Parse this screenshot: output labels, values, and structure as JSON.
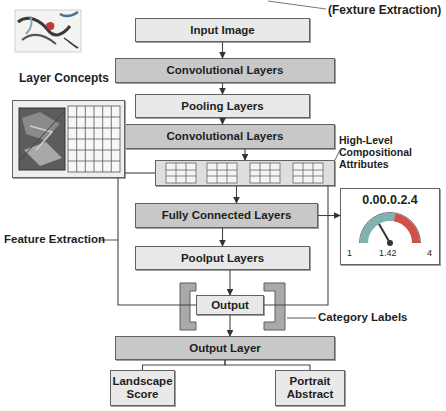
{
  "diagram": {
    "nodes": [
      {
        "text": [
          "Input Image"
        ]
      },
      {
        "text": [
          "Convolutional Layers"
        ]
      },
      {
        "text": [
          "Pooling Layers"
        ]
      },
      {
        "text": [
          "Convolutional Layers"
        ]
      },
      {
        "text": [
          "Layer Concepts"
        ]
      },
      {
        "text": [
          "High-Level Compositional Attributes"
        ]
      },
      {
        "text": [
          "Fully Connected Layers"
        ]
      },
      {
        "text": [
          "0.00.0.2.4",
          "1",
          "1.42",
          "4"
        ]
      },
      {
        "text": [
          "Poolput Layers"
        ]
      },
      {
        "text": [
          "Output"
        ]
      },
      {
        "text": [
          "Output Layer"
        ]
      },
      {
        "text": [
          "Landscape Score"
        ]
      },
      {
        "text": [
          "Portrait Abstract"
        ]
      }
    ],
    "edges": [
      {
        "from": 0,
        "to": 1,
        "arrow": "to"
      },
      {
        "from": 1,
        "to": 2,
        "arrow": "to"
      },
      {
        "from": 2,
        "to": 3,
        "arrow": "to"
      },
      {
        "from": 3,
        "to": 5,
        "arrow": "to"
      },
      {
        "from": 4,
        "to": 5,
        "arrow": "none"
      },
      {
        "from": 5,
        "to": 6,
        "arrow": "to"
      },
      {
        "from": 6,
        "to": 7,
        "arrow": "to"
      },
      {
        "from": 6,
        "to": 8,
        "arrow": "to"
      },
      {
        "from": 8,
        "to": 9,
        "arrow": "to"
      },
      {
        "from": 9,
        "to": 10,
        "arrow": "to"
      },
      {
        "from": 10,
        "to": 11,
        "arrow": "none"
      },
      {
        "from": 10,
        "to": 12,
        "arrow": "none"
      },
      {
        "from": 4,
        "to": 9,
        "arrow": "none"
      },
      {
        "from": 5,
        "to": 9,
        "arrow": "none"
      }
    ],
    "labels": [
      "(Fexture Extraction)",
      "Feature Extraction",
      "Category Labels"
    ]
  }
}
